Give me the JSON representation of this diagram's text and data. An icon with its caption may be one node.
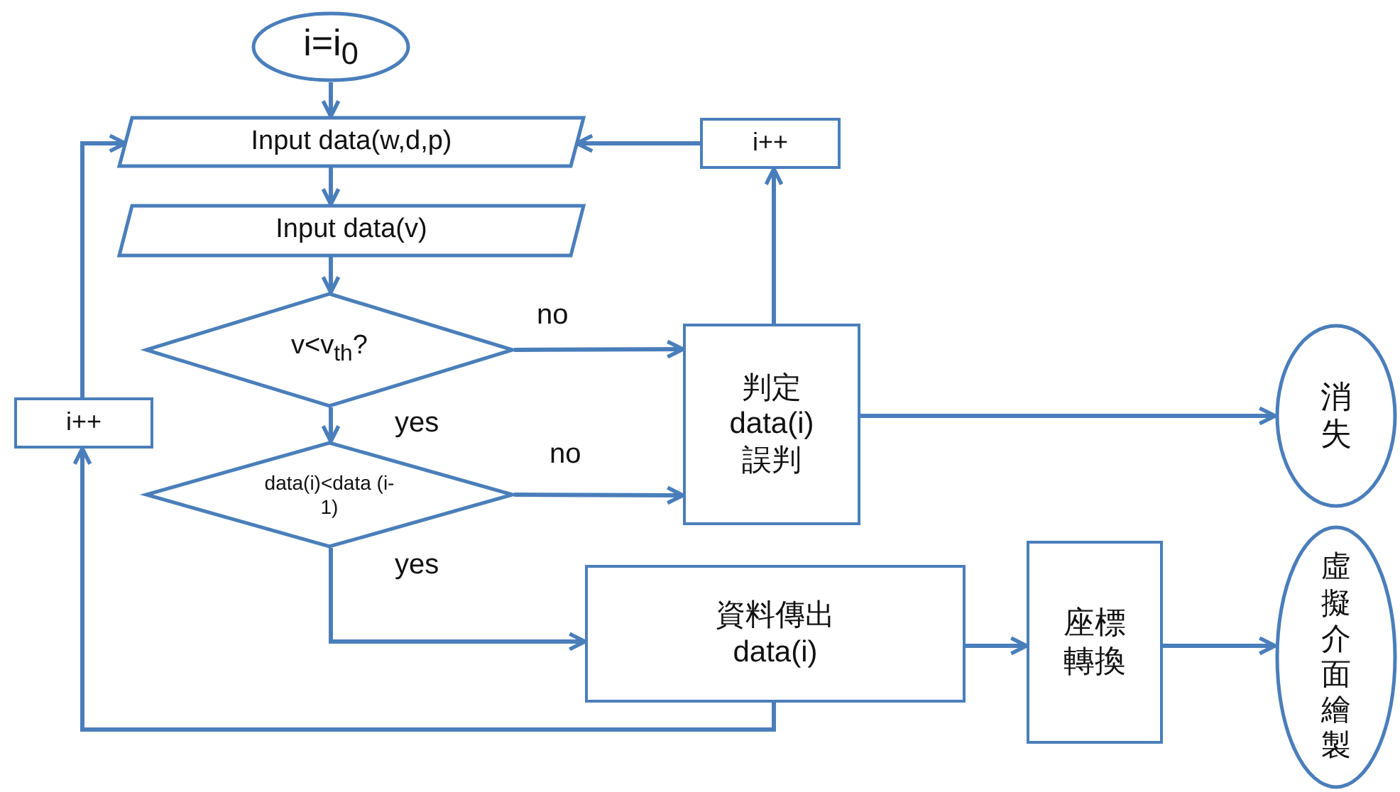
{
  "diagram": {
    "nodes": [
      {
        "text": [
          "i=i$_{0}$"
        ]
      },
      {
        "text": [
          "Input data(w,d,p)"
        ]
      },
      {
        "text": [
          "Input data(v)"
        ]
      },
      {
        "text": [
          "v<v$_{th}$?"
        ]
      },
      {
        "text": [
          "data(i)<data (i-1)"
        ]
      },
      {
        "text": [
          "i++"
        ]
      },
      {
        "text": [
          "i++"
        ]
      },
      {
        "text": [
          "判定",
          "data(i)",
          "誤判"
        ]
      },
      {
        "text": [
          "資料傳出",
          "data(i)"
        ]
      },
      {
        "text": [
          "座標轉換"
        ]
      },
      {
        "text": [
          "消失"
        ]
      },
      {
        "text": [
          "虛擬介面繪製"
        ]
      }
    ],
    "edges": [
      {
        "from": 0,
        "to": 1,
        "arrow": "to"
      },
      {
        "from": 1,
        "to": 2,
        "arrow": "to"
      },
      {
        "from": 2,
        "to": 3,
        "arrow": "to"
      },
      {
        "from": 3,
        "to": 4,
        "arrow": "to",
        "label": "yes"
      },
      {
        "from": 3,
        "to": 7,
        "arrow": "to",
        "label": "no"
      },
      {
        "from": 4,
        "to": 7,
        "arrow": "to",
        "label": "no"
      },
      {
        "from": 4,
        "to": 8,
        "arrow": "to",
        "label": "yes"
      },
      {
        "from": 7,
        "to": 6,
        "arrow": "to"
      },
      {
        "from": 6,
        "to": 1,
        "arrow": "to"
      },
      {
        "from": 7,
        "to": 10,
        "arrow": "to"
      },
      {
        "from": 8,
        "to": 9,
        "arrow": "to"
      },
      {
        "from": 9,
        "to": 11,
        "arrow": "to"
      },
      {
        "from": 8,
        "to": 5,
        "arrow": "to"
      },
      {
        "from": 5,
        "to": 1,
        "arrow": "to"
      }
    ]
  }
}
